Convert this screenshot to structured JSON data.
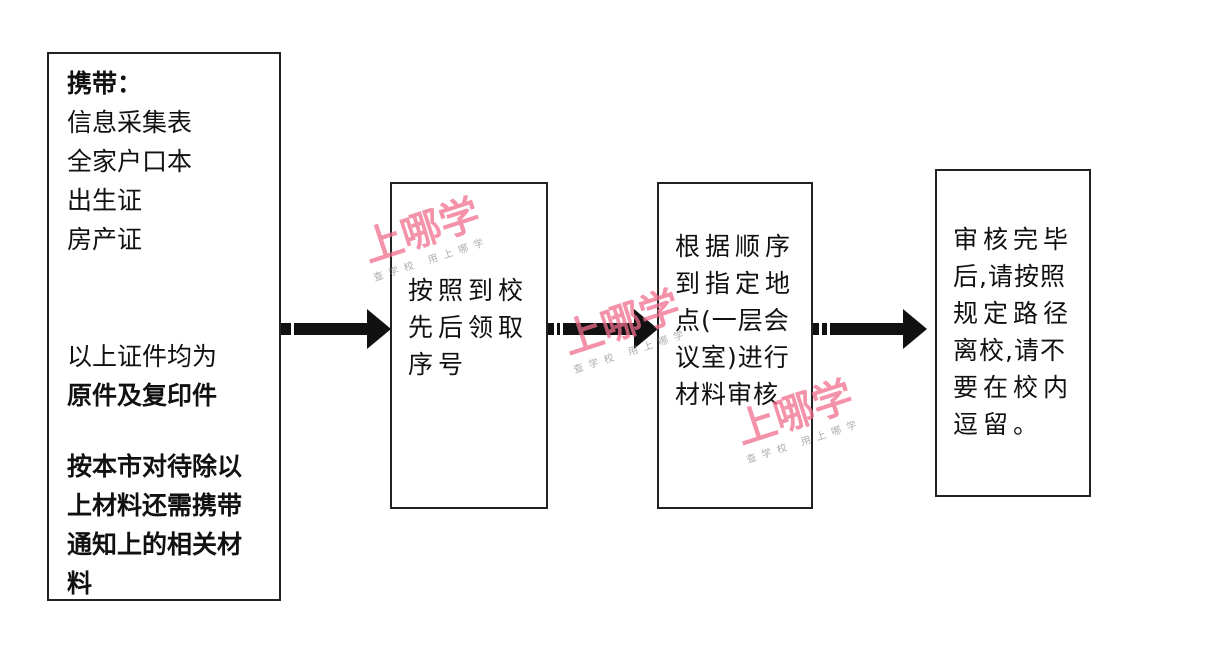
{
  "box1": {
    "heading": "携带：",
    "items": [
      "信息采集表",
      "全家户口本",
      "出生证",
      "房产证"
    ],
    "note_line1": "以上证件均为",
    "note_line2": "原件及复印件",
    "extra": [
      "按本市对待除以",
      "上材料还需携带",
      "通知上的相关材",
      "料"
    ]
  },
  "box2": {
    "lines": [
      "按照到校",
      "先后领取",
      "序号"
    ]
  },
  "box3": {
    "lines": [
      "根据顺序",
      "到指定地",
      "点(一层会",
      "议室)进行",
      "材料审核"
    ]
  },
  "box4": {
    "lines": [
      "审核完毕",
      "后,请按照",
      "规定路径",
      "离校,请不",
      "要在校内",
      "逗留。"
    ]
  },
  "watermark": {
    "brand": "上哪学",
    "slogan": "查学校 用上哪学"
  }
}
